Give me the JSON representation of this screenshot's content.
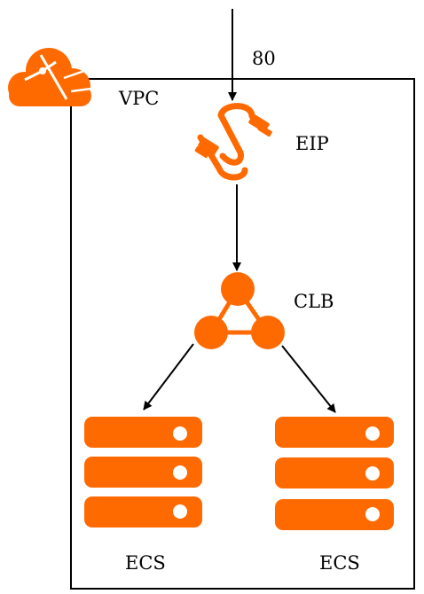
{
  "labels": {
    "port": "80",
    "vpc": "VPC",
    "eip": "EIP",
    "clb": "CLB",
    "ecs_left": "ECS",
    "ecs_right": "ECS"
  },
  "icons": {
    "cloud": "cloud-logo-icon",
    "eip": "eip-link-icon",
    "clb": "clb-load-balancer-icon",
    "ecs": "ecs-server-icon"
  },
  "colors": {
    "accent": "#FF6A00",
    "line": "#000000",
    "background": "#FFFFFF"
  }
}
